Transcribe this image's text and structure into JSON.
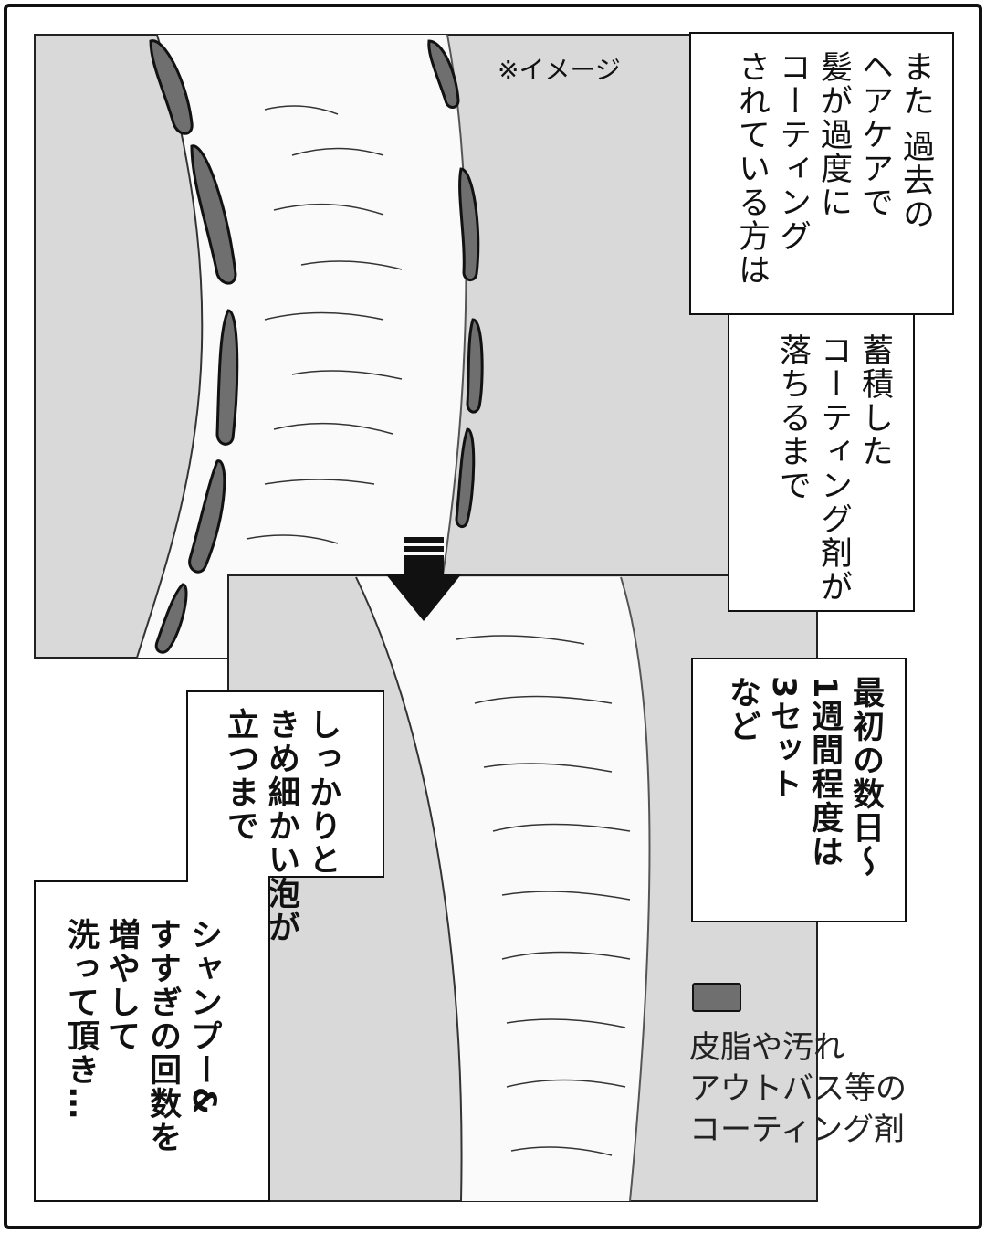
{
  "note": "※イメージ",
  "captions": {
    "intro": "また 過去の\nヘアケアで\n髪が過度に\nコーティング\nされている方は",
    "until": "蓄積した\nコーティング剤が\n落ちるまで",
    "period": "最初の数日～\n1週間程度は\n3セット\nなど",
    "foam": "しっかりと\nきめ細かい泡が\n立つまで",
    "shampoo": "シャンプー&\nすすぎの回数を\n増やして\n洗って頂き…"
  },
  "legend": {
    "label": "皮脂や汚れ\nアウトバス等の\nコーティング剤",
    "swatch_color": "#6f6f6f"
  },
  "colors": {
    "panel_bg": "#d9d9d9",
    "coating": "#6f6f6f"
  }
}
